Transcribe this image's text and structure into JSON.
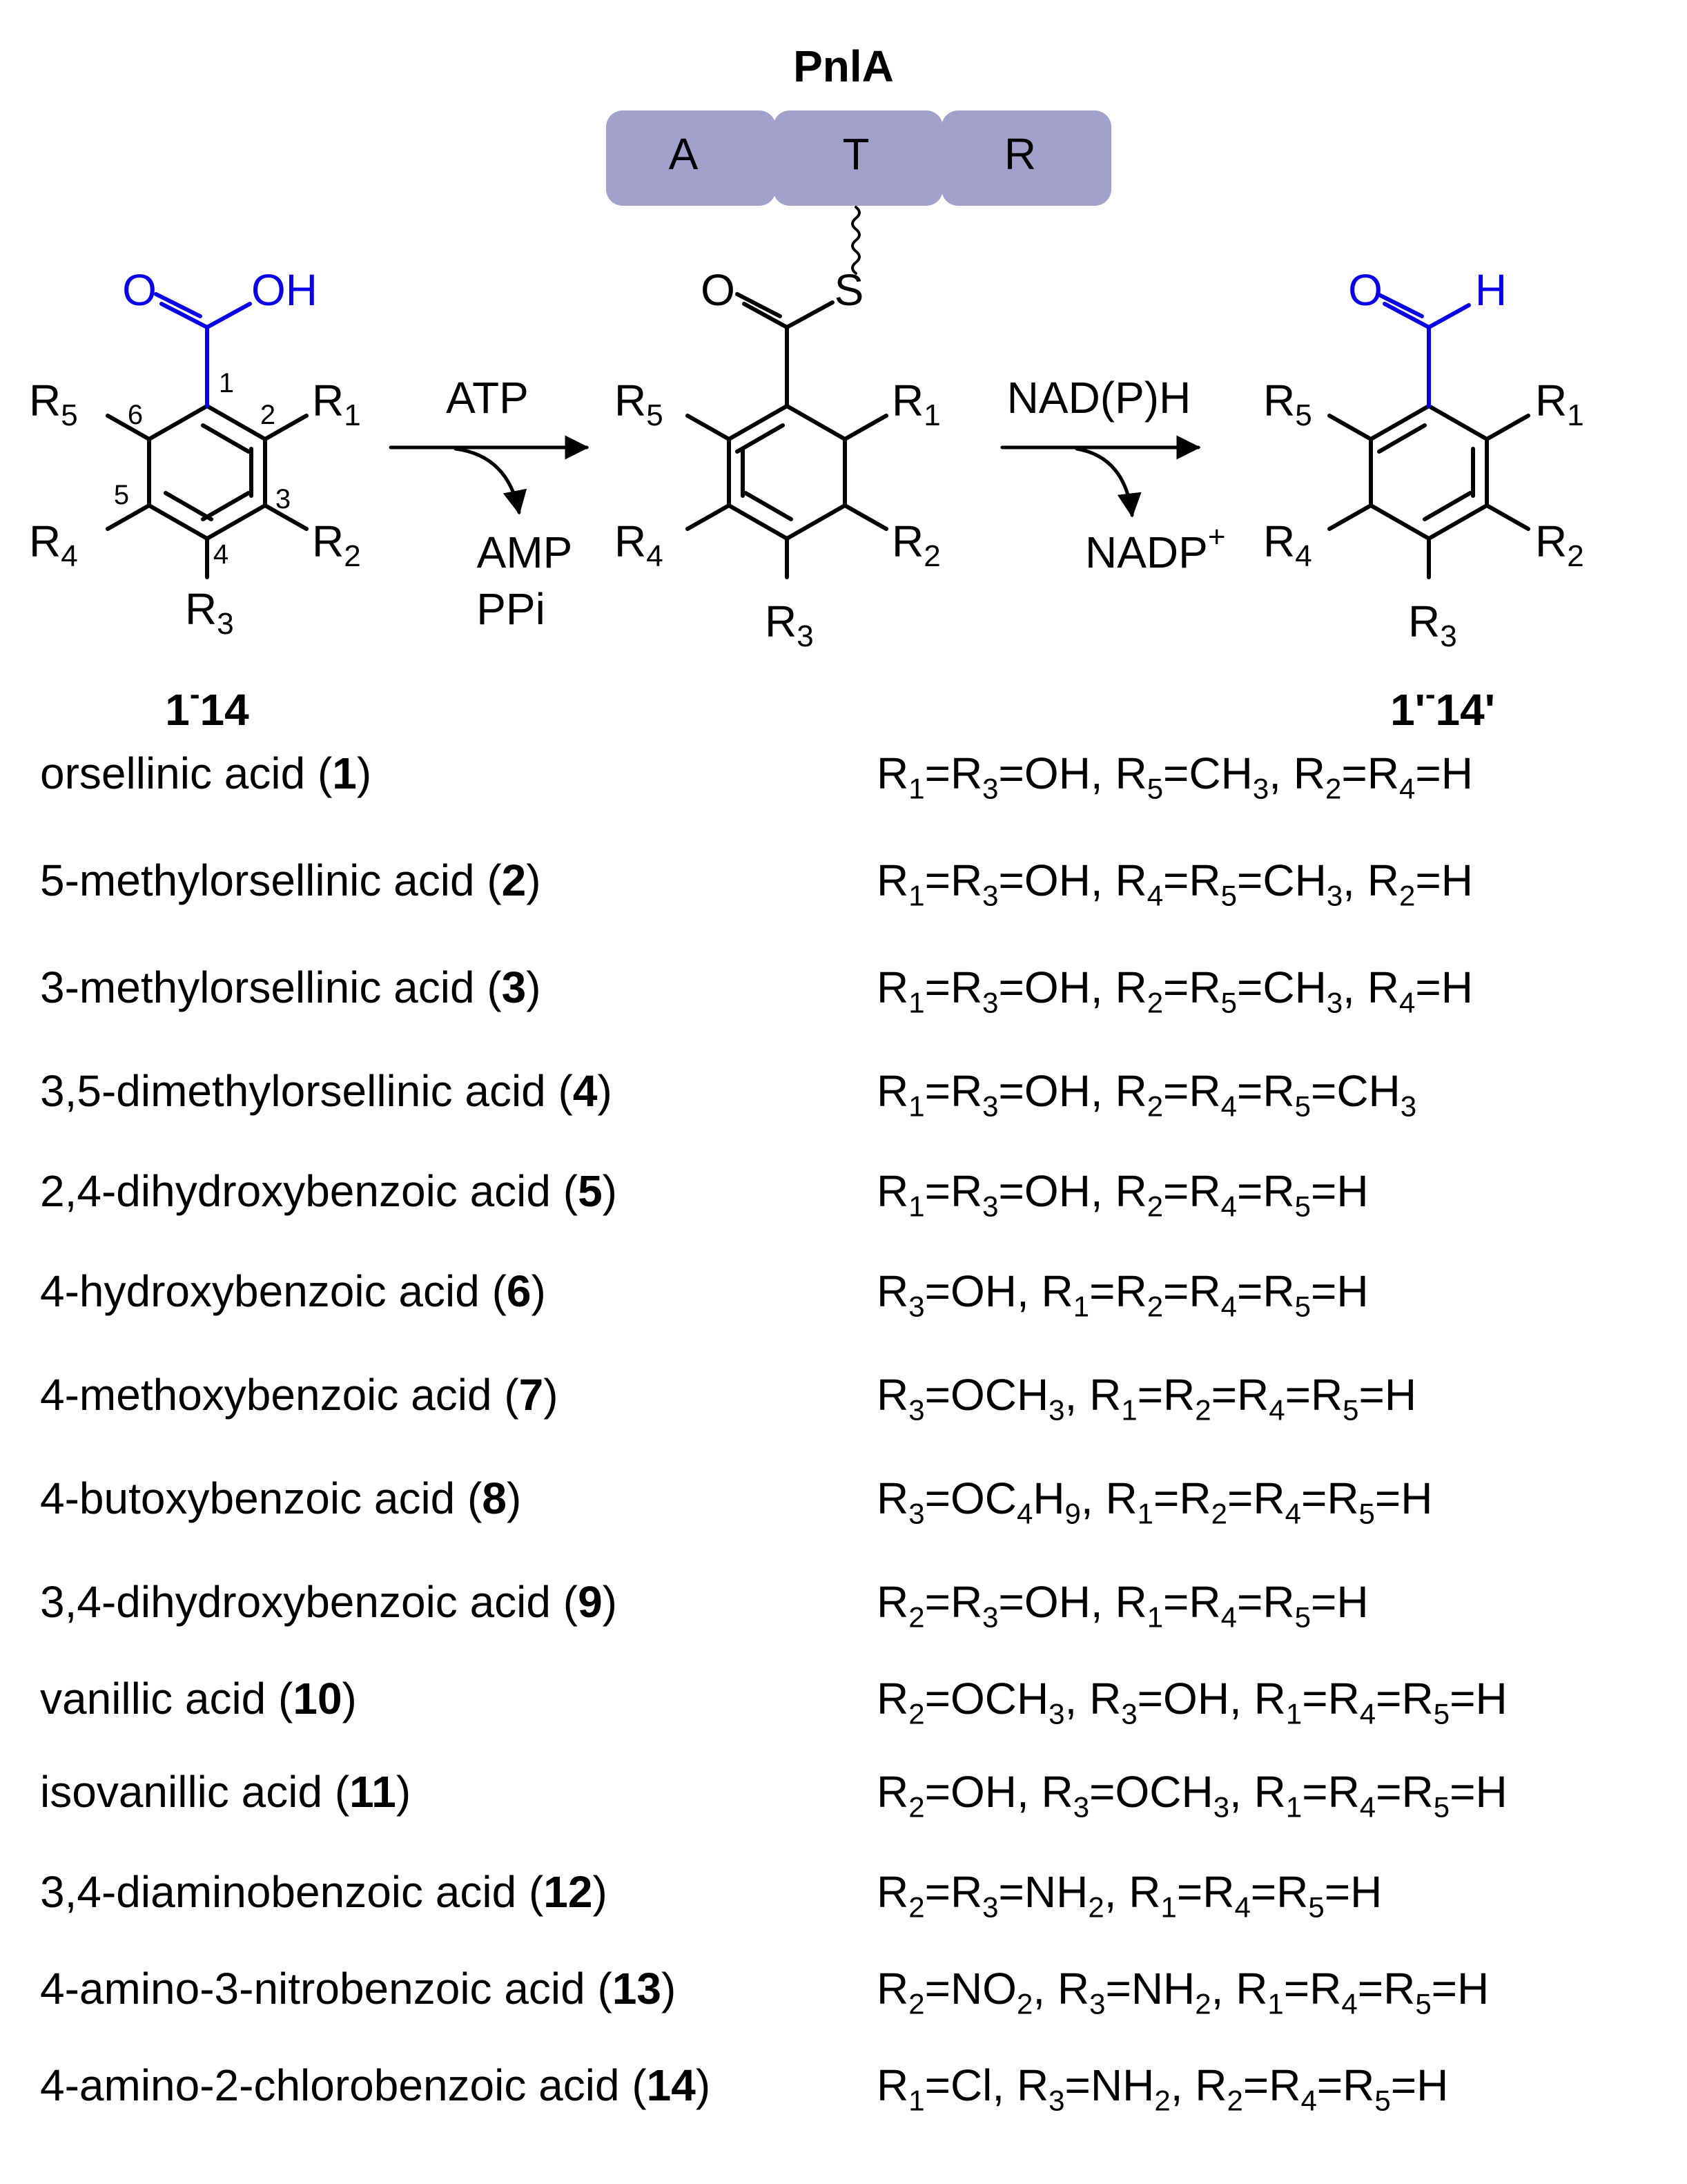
{
  "enzyme": {
    "name": "PnlA",
    "domains": [
      "A",
      "T",
      "R"
    ],
    "domain_color": "#a3a0cc"
  },
  "accent_color": "#0a00e6",
  "substrate": {
    "acid_O": "O",
    "acid_OH": "OH",
    "ring_numbers": [
      "1",
      "2",
      "3",
      "4",
      "5",
      "6"
    ],
    "label": "1 - 14"
  },
  "thioester": {
    "O": "O",
    "S": "S"
  },
  "product": {
    "O": "O",
    "H": "H",
    "label": "1' - 14'"
  },
  "step1": {
    "above": "ATP",
    "below": [
      "AMP",
      "PPi"
    ]
  },
  "step2": {
    "above": "NAD(P)H",
    "below": "NADP+"
  },
  "compounds": [
    {
      "name": "orsellinic acid (",
      "number": "1",
      "close": ")",
      "subs": "R1=R3=OH, R5=CH3, R2=R4=H"
    },
    {
      "name": "5-methylorsellinic acid (",
      "number": "2",
      "close": ")",
      "subs": "R1=R3=OH, R4=R5=CH3, R2=H"
    },
    {
      "name": "3-methylorsellinic acid (",
      "number": "3",
      "close": ")",
      "subs": "R1=R3=OH, R2=R5=CH3, R4=H"
    },
    {
      "name": "3,5-dimethylorsellinic acid (",
      "number": "4",
      "close": ")",
      "subs": "R1=R3=OH, R2=R4=R5=CH3"
    },
    {
      "name": "2,4-dihydroxybenzoic acid (",
      "number": "5",
      "close": ")",
      "subs": "R1=R3=OH, R2=R4=R5=H"
    },
    {
      "name": "4-hydroxybenzoic acid (",
      "number": "6",
      "close": ")",
      "subs": "R3=OH, R1=R2=R4=R5=H"
    },
    {
      "name": "4-methoxybenzoic acid (",
      "number": "7",
      "close": ")",
      "subs": "R3=OCH3, R1=R2=R4=R5=H"
    },
    {
      "name": "4-butoxybenzoic acid (",
      "number": "8",
      "close": ")",
      "subs": "R3=OC4H9, R1=R2=R4=R5=H"
    },
    {
      "name": "3,4-dihydroxybenzoic acid (",
      "number": "9",
      "close": ")",
      "subs": "R2=R3=OH, R1=R4=R5=H"
    },
    {
      "name": "vanillic acid (",
      "number": "10",
      "close": ")",
      "subs": "R2=OCH3, R3=OH, R1=R4=R5=H"
    },
    {
      "name": "isovanillic acid (",
      "number": "11",
      "close": ")",
      "subs": "R2=OH, R3=OCH3, R1=R4=R5=H"
    },
    {
      "name": "3,4-diaminobenzoic acid (",
      "number": "12",
      "close": ")",
      "subs": "R2=R3=NH2, R1=R4=R5=H"
    },
    {
      "name": "4-amino-3-nitrobenzoic acid (",
      "number": "13",
      "close": ")",
      "subs": "R2=NO2, R3=NH2, R1=R4=R5=H"
    },
    {
      "name": "4-amino-2-chlorobenzoic acid (",
      "number": "14",
      "close": ")",
      "subs": "R1=Cl, R3=NH2, R2=R4=R5=H"
    }
  ]
}
